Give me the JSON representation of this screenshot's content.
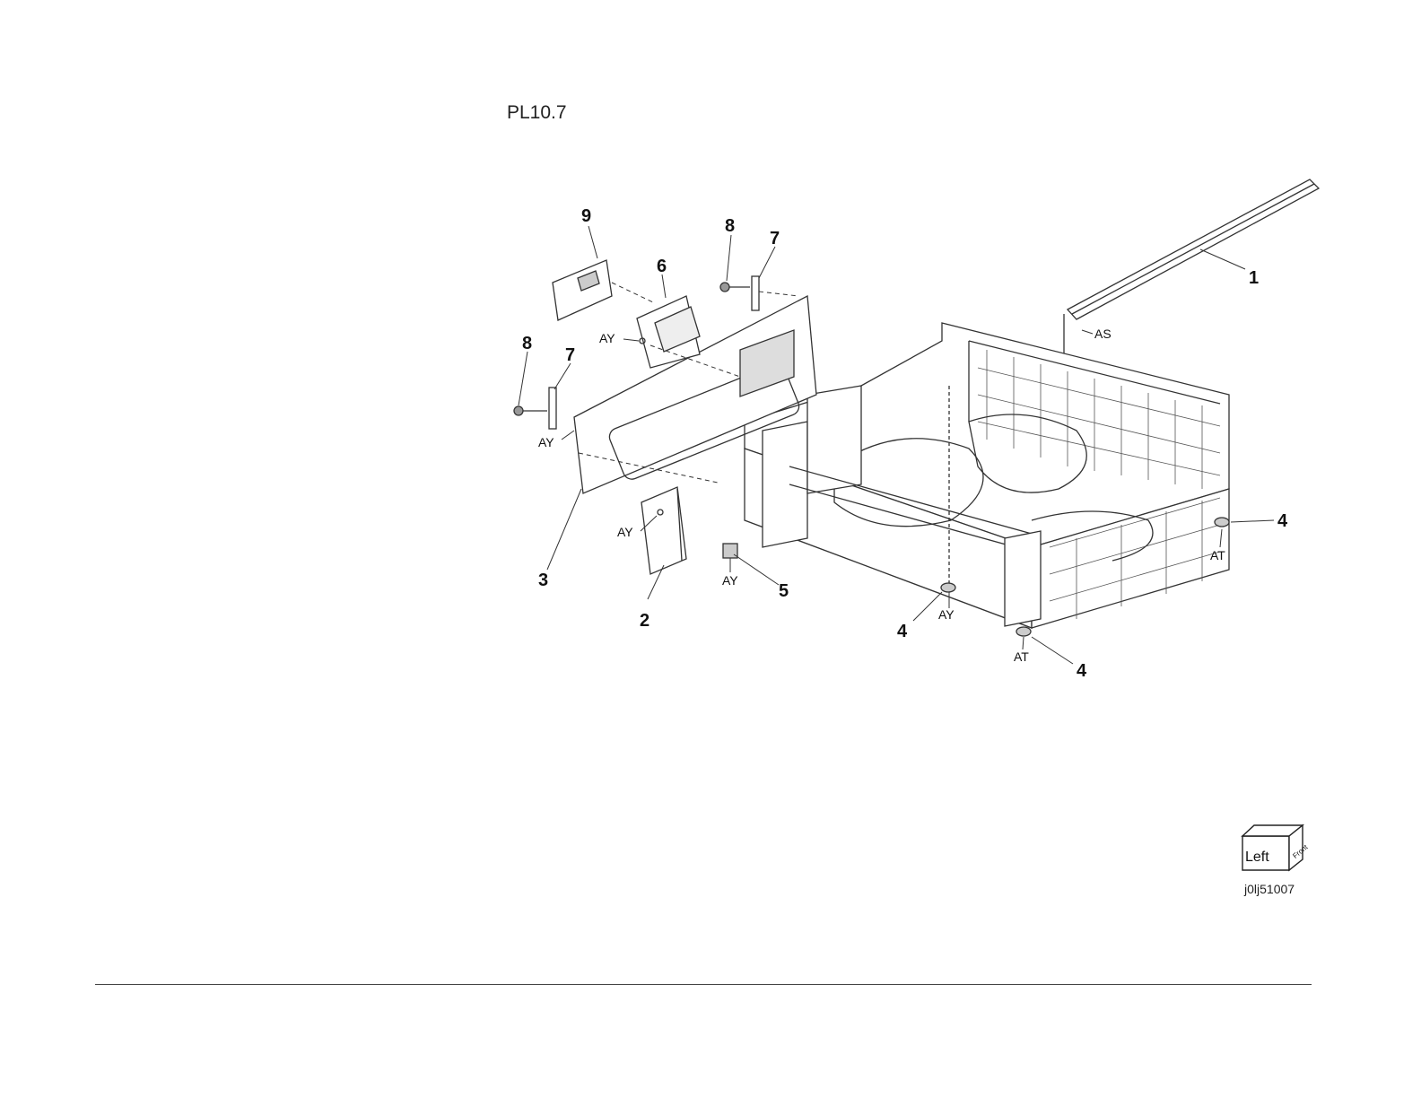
{
  "plate": {
    "title": "PL10.7"
  },
  "callouts": {
    "c1": "1",
    "c2": "2",
    "c3": "3",
    "c4a": "4",
    "c4b": "4",
    "c4c": "4",
    "c5": "5",
    "c6": "6",
    "c7a": "7",
    "c7b": "7",
    "c8a": "8",
    "c8b": "8",
    "c9": "9"
  },
  "screw_codes": {
    "as": "AS",
    "ay1": "AY",
    "ay2": "AY",
    "ay3": "AY",
    "ay4": "AY",
    "ay5": "AY",
    "at1": "AT",
    "at2": "AT"
  },
  "orientation": {
    "left": "Left",
    "front": "Front"
  },
  "image_code": "j0lj51007"
}
